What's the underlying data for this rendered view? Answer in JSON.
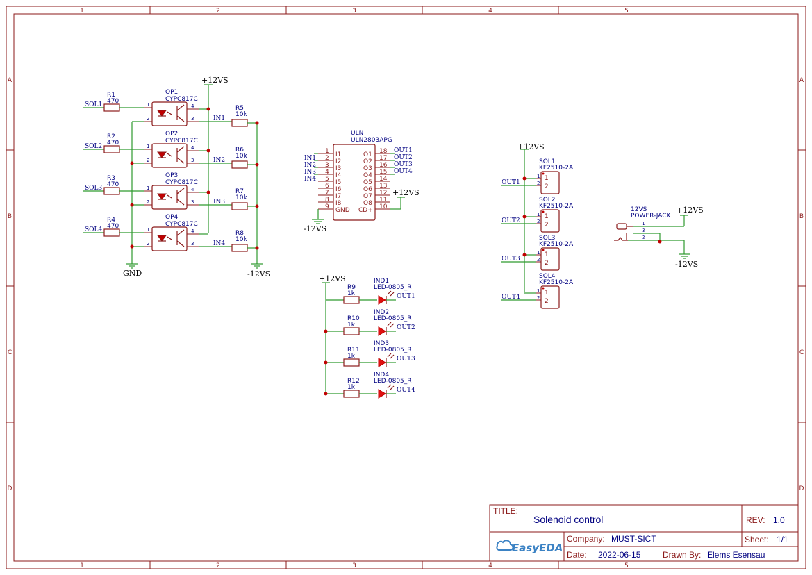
{
  "frame": {
    "columns": [
      "1",
      "2",
      "3",
      "4",
      "5"
    ],
    "rows": [
      "A",
      "B",
      "C",
      "D"
    ]
  },
  "optos": [
    {
      "res": "R1",
      "res_val": "470",
      "ref": "OP1",
      "part": "CYPC817C",
      "in_net": "SOL1",
      "pull": "R5",
      "pull_val": "10k",
      "out_net": "IN1"
    },
    {
      "res": "R2",
      "res_val": "470",
      "ref": "OP2",
      "part": "CYPC817C",
      "in_net": "SOL2",
      "pull": "R6",
      "pull_val": "10k",
      "out_net": "IN2"
    },
    {
      "res": "R3",
      "res_val": "470",
      "ref": "OP3",
      "part": "CYPC817C",
      "in_net": "SOL3",
      "pull": "R7",
      "pull_val": "10k",
      "out_net": "IN3"
    },
    {
      "res": "R4",
      "res_val": "470",
      "ref": "OP4",
      "part": "CYPC817C",
      "in_net": "SOL4",
      "pull": "R8",
      "pull_val": "10k",
      "out_net": "IN4"
    }
  ],
  "opto_pins": [
    "1",
    "2",
    "3",
    "4"
  ],
  "power": {
    "v12": "+12VS",
    "vneg": "-12VS",
    "gnd": "GND"
  },
  "uln": {
    "ref": "ULN",
    "part": "ULN2803APG",
    "left_pins": [
      {
        "num": "1",
        "name": "I1",
        "net": "IN1"
      },
      {
        "num": "2",
        "name": "I2",
        "net": "IN2"
      },
      {
        "num": "3",
        "name": "I3",
        "net": "IN3"
      },
      {
        "num": "4",
        "name": "I4",
        "net": "IN4"
      },
      {
        "num": "5",
        "name": "I5",
        "net": ""
      },
      {
        "num": "6",
        "name": "I6",
        "net": ""
      },
      {
        "num": "7",
        "name": "I7",
        "net": ""
      },
      {
        "num": "8",
        "name": "I8",
        "net": ""
      },
      {
        "num": "9",
        "name": "GND",
        "net": ""
      }
    ],
    "right_pins": [
      {
        "num": "18",
        "name": "O1",
        "net": "OUT1"
      },
      {
        "num": "17",
        "name": "O2",
        "net": "OUT2"
      },
      {
        "num": "16",
        "name": "O3",
        "net": "OUT3"
      },
      {
        "num": "15",
        "name": "O4",
        "net": "OUT4"
      },
      {
        "num": "14",
        "name": "O5",
        "net": ""
      },
      {
        "num": "13",
        "name": "O6",
        "net": ""
      },
      {
        "num": "12",
        "name": "O7",
        "net": ""
      },
      {
        "num": "11",
        "name": "O8",
        "net": ""
      },
      {
        "num": "10",
        "name": "CD+",
        "net": ""
      }
    ]
  },
  "leds": [
    {
      "res": "R9",
      "res_val": "1k",
      "ref": "IND1",
      "part": "LED-0805_R",
      "net": "OUT1"
    },
    {
      "res": "R10",
      "res_val": "1k",
      "ref": "IND2",
      "part": "LED-0805_R",
      "net": "OUT2"
    },
    {
      "res": "R11",
      "res_val": "1k",
      "ref": "IND3",
      "part": "LED-0805_R",
      "net": "OUT3"
    },
    {
      "res": "R12",
      "res_val": "1k",
      "ref": "IND4",
      "part": "LED-0805_R",
      "net": "OUT4"
    }
  ],
  "solenoids": [
    {
      "ref": "SOL1",
      "part": "KF2510-2A",
      "net": "OUT1"
    },
    {
      "ref": "SOL2",
      "part": "KF2510-2A",
      "net": "OUT2"
    },
    {
      "ref": "SOL3",
      "part": "KF2510-2A",
      "net": "OUT3"
    },
    {
      "ref": "SOL4",
      "part": "KF2510-2A",
      "net": "OUT4"
    }
  ],
  "conn_pins": [
    "1",
    "2"
  ],
  "jack": {
    "ref": "12VS",
    "part": "POWER-JACK",
    "pins": [
      "1",
      "3",
      "2"
    ]
  },
  "title_block": {
    "title_label": "TITLE:",
    "title": "Solenoid control",
    "rev_label": "REV:",
    "rev": "1.0",
    "company_label": "Company:",
    "company": "MUST-SICT",
    "sheet_label": "Sheet:",
    "sheet": "1/1",
    "date_label": "Date:",
    "date": "2022-06-15",
    "drawn_label": "Drawn By:",
    "drawn": "Elems Esensau",
    "logo": "EasyEDA"
  }
}
